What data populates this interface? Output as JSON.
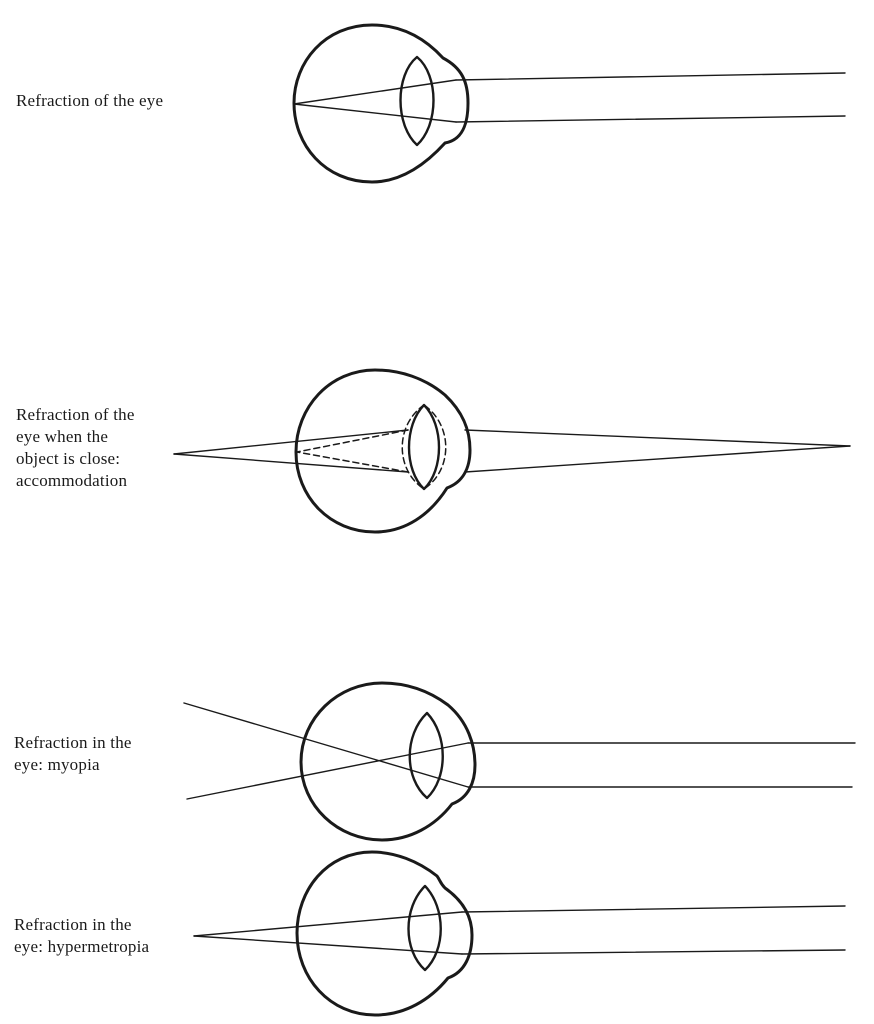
{
  "figures": [
    {
      "id": "normal",
      "caption_lines": [
        "Refraction of the eye"
      ]
    },
    {
      "id": "accommodation",
      "caption_lines": [
        "Refraction of the",
        "eye when the",
        "object is close:",
        "accommodation"
      ]
    },
    {
      "id": "myopia",
      "caption_lines": [
        "Refraction in the",
        "eye: myopia"
      ]
    },
    {
      "id": "hypermetropia",
      "caption_lines": [
        "Refraction in the",
        "eye: hypermetropia"
      ]
    }
  ]
}
